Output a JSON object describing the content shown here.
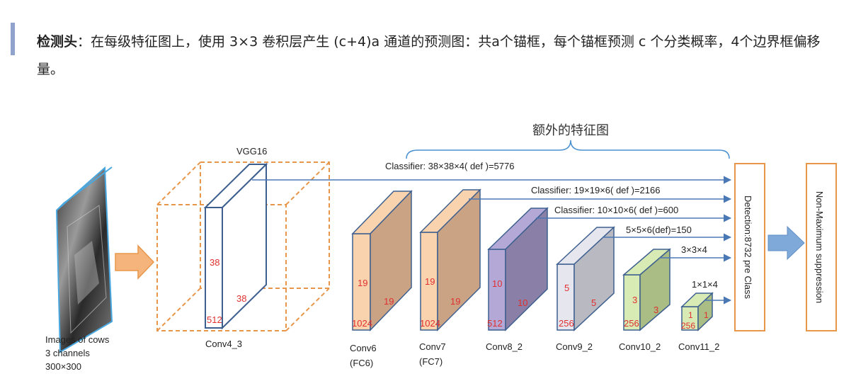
{
  "heading": {
    "bold": "检测头",
    "text": "：在每级特征图上，使用 3×3 卷积层产生 (c+4)a 通道的预测图：共a个锚框，每个锚框预测 c 个分类概率，4个边界框偏移量。"
  },
  "extra_title": "额外的特征图",
  "input": {
    "line1": "Images of cows",
    "line2": "3 channels",
    "line3": "300×300"
  },
  "vgg": {
    "title": "VGG16",
    "name": "Conv4_3",
    "h": "38",
    "w": "38",
    "c": "512"
  },
  "layers": [
    {
      "name": "Conv6",
      "sub": "(FC6)",
      "h": "19",
      "w": "19",
      "c": "1024"
    },
    {
      "name": "Conv7",
      "sub": "(FC7)",
      "h": "19",
      "w": "19",
      "c": "1024"
    },
    {
      "name": "Conv8_2",
      "sub": "",
      "h": "10",
      "w": "10",
      "c": "512"
    },
    {
      "name": "Conv9_2",
      "sub": "",
      "h": "5",
      "w": "5",
      "c": "256"
    },
    {
      "name": "Conv10_2",
      "sub": "",
      "h": "3",
      "w": "3",
      "c": "256"
    },
    {
      "name": "Conv11_2",
      "sub": "",
      "h": "1",
      "w": "1",
      "c": "256"
    }
  ],
  "classifiers": [
    "Classifier: 38×38×4( def )=5776",
    "Classifier: 19×19×6( def )=2166",
    "Classifier: 10×10×6( def )=600",
    "5×5×6(def)=150",
    "3×3×4",
    "1×1×4"
  ],
  "detection": "Detection:8732 pre Class",
  "nms": "Non-Maximum suppression",
  "colors": {
    "orange": "#e8974a",
    "blue_line": "#4a78b5",
    "red_text": "#e03030"
  }
}
